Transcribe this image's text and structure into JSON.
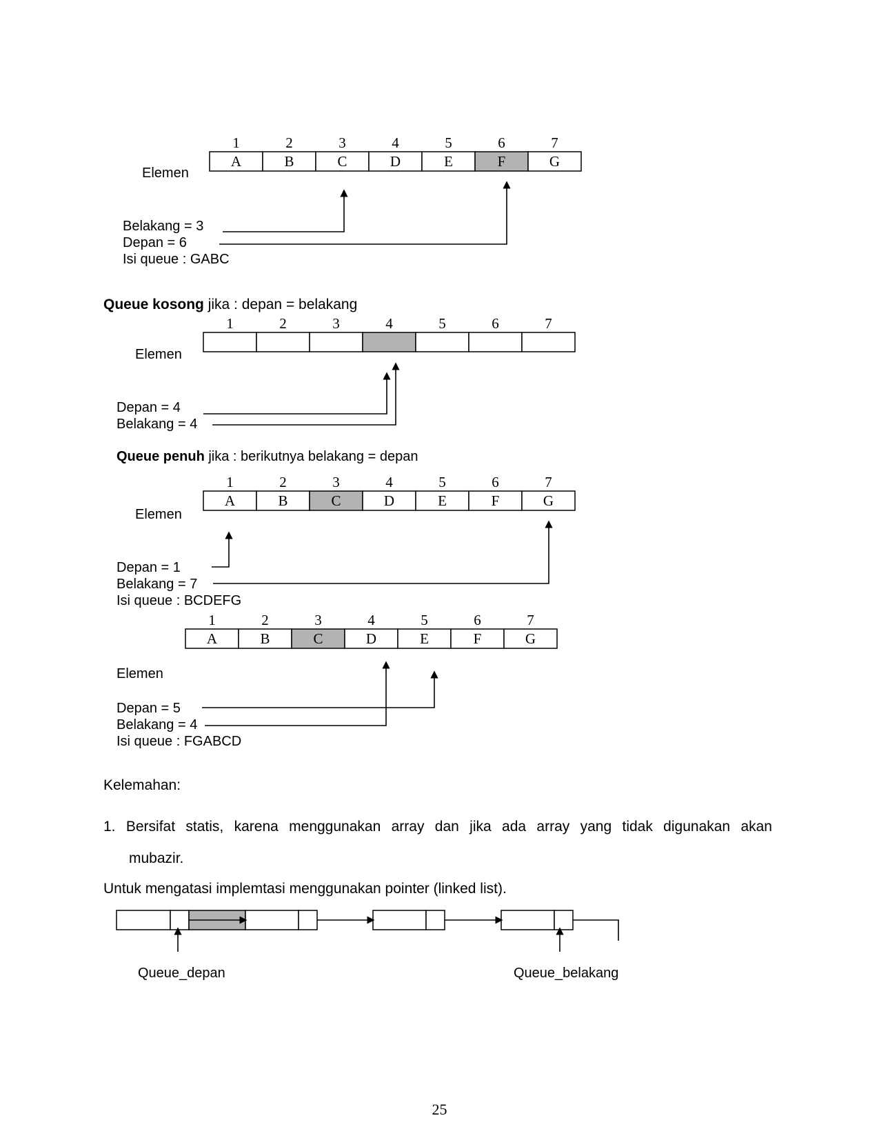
{
  "figure1": {
    "indices": [
      "1",
      "2",
      "3",
      "4",
      "5",
      "6",
      "7"
    ],
    "values": [
      "A",
      "B",
      "C",
      "D",
      "E",
      "F",
      "G"
    ],
    "shaded": 6,
    "elemen_label": "Elemen",
    "labels": [
      "Belakang = 3",
      "Depan = 6",
      "Isi queue : GABC"
    ]
  },
  "kosong": {
    "bold": "Queue kosong",
    "rest": " jika  :  depan = belakang"
  },
  "figure2": {
    "indices": [
      "1",
      "2",
      "3",
      "4",
      "5",
      "6",
      "7"
    ],
    "values": [
      "",
      "",
      "",
      "",
      "",
      "",
      ""
    ],
    "shaded": 4,
    "elemen_label": "Elemen",
    "labels": [
      "Depan = 4",
      "Belakang = 4"
    ]
  },
  "penuh": {
    "bold": "Queue penuh",
    "rest": " jika  :  berikutnya belakang = depan"
  },
  "figure3": {
    "indices": [
      "1",
      "2",
      "3",
      "4",
      "5",
      "6",
      "7"
    ],
    "values": [
      "A",
      "B",
      "C",
      "D",
      "E",
      "F",
      "G"
    ],
    "shaded": 3,
    "elemen_label": "Elemen",
    "labels": [
      "Depan = 1",
      "Belakang = 7",
      "Isi queue :  BCDEFG"
    ]
  },
  "figure4": {
    "indices": [
      "1",
      "2",
      "3",
      "4",
      "5",
      "6",
      "7"
    ],
    "values": [
      "A",
      "B",
      "C",
      "D",
      "E",
      "F",
      "G"
    ],
    "shaded": 3,
    "elemen_label": "Elemen",
    "labels": [
      "Depan = 5",
      "Belakang = 4",
      "Isi queue : FGABCD"
    ]
  },
  "kelemahan": "Kelemahan:",
  "list_item": "1. Bersifat statis, karena menggunakan array dan jika ada array yang tidak digunakan akan",
  "list_item_cont": "mubazir.",
  "untuk": "Untuk mengatasi implemtasi menggunakan pointer (linked list).",
  "linked": {
    "depan_label": "Queue_depan",
    "belakang_label": "Queue_belakang"
  },
  "page_number": "25"
}
